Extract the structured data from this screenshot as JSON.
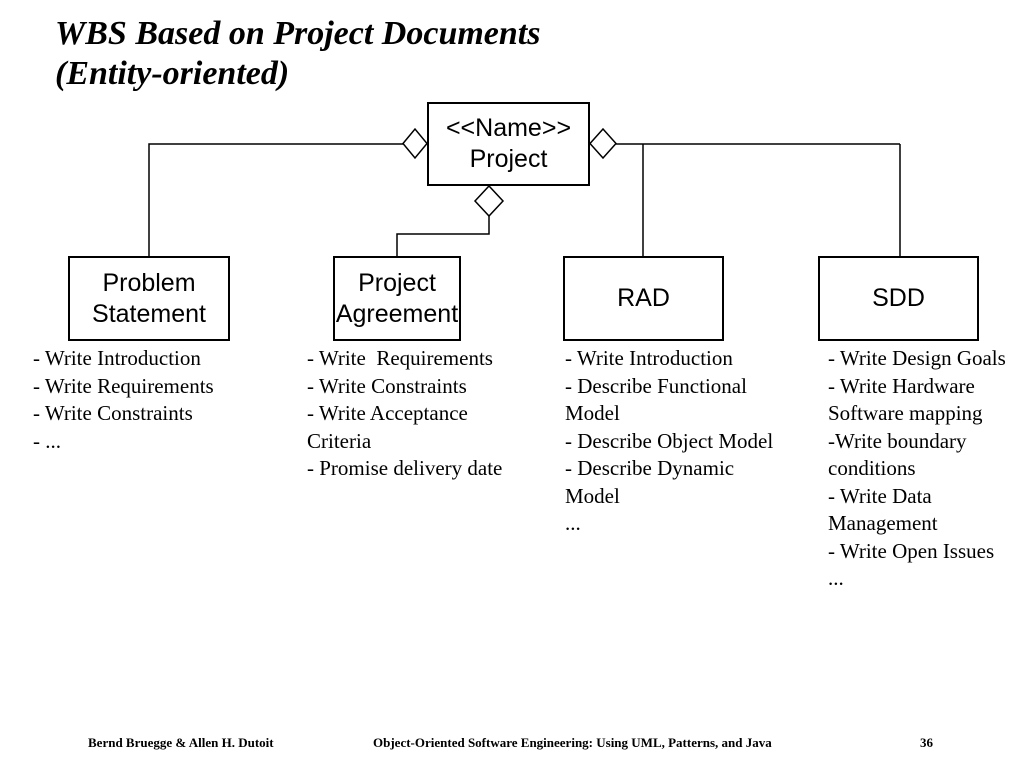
{
  "slide": {
    "title": "WBS Based on Project Documents\n(Entity-oriented)"
  },
  "diagram": {
    "root": {
      "label": "<<Name>>\nProject"
    },
    "children": [
      {
        "label": "Problem\nStatement",
        "tasks": [
          "- Write Introduction",
          "- Write Requirements",
          "- Write Constraints",
          "- ..."
        ]
      },
      {
        "label": "Project\nAgreement",
        "tasks": [
          "- Write  Requirements",
          "- Write Constraints",
          "- Write Acceptance",
          "Criteria",
          "- Promise delivery date"
        ]
      },
      {
        "label": "RAD",
        "tasks": [
          "- Write Introduction",
          "- Describe Functional",
          "Model",
          "- Describe Object Model",
          "- Describe Dynamic",
          "Model",
          "..."
        ]
      },
      {
        "label": "SDD",
        "tasks": [
          "- Write Design Goals",
          "- Write Hardware",
          "Software mapping",
          "-Write boundary",
          "conditions",
          "- Write Data",
          "Management",
          "- Write Open Issues",
          "..."
        ]
      }
    ]
  },
  "footer": {
    "authors": "Bernd Bruegge & Allen H. Dutoit",
    "book": "Object-Oriented Software Engineering: Using UML, Patterns, and Java",
    "page": "36"
  },
  "colors": {
    "ink": "#000000",
    "background": "#ffffff"
  }
}
